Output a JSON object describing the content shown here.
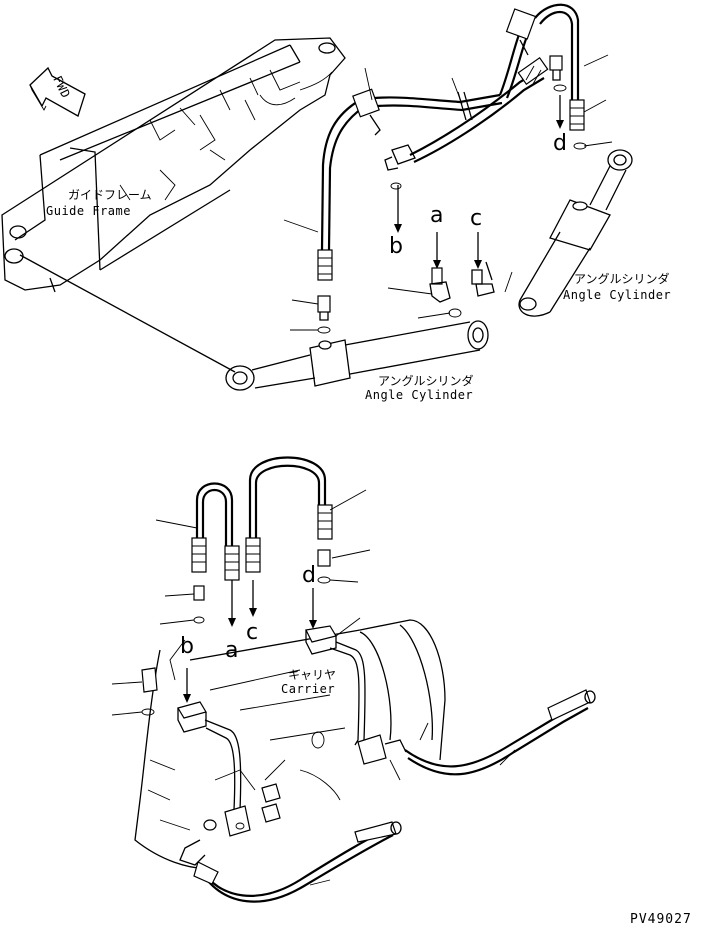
{
  "labels": {
    "fwd": "FWD",
    "guide_frame_jp": "ガイドフレーム",
    "guide_frame_en": "Guide Frame",
    "angle_cyl_right_jp": "アングルシリンダ",
    "angle_cyl_right_en": "Angle Cylinder",
    "angle_cyl_left_jp": "アングルシリンダ",
    "angle_cyl_left_en": "Angle Cylinder",
    "carrier_jp": "キャリヤ",
    "carrier_en": "Carrier"
  },
  "connection_letters": {
    "top_a": "a",
    "top_b": "b",
    "top_c": "c",
    "top_d": "d",
    "bottom_a": "a",
    "bottom_b": "b",
    "bottom_c": "c",
    "bottom_d": "d"
  },
  "drawing_code": "PV49027"
}
